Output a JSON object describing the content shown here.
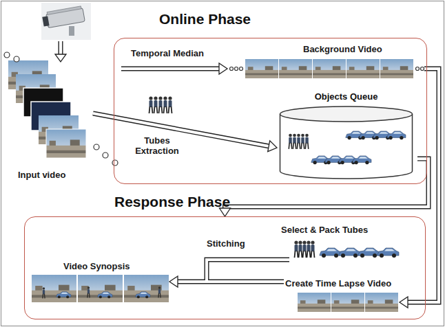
{
  "diagram": {
    "nodes": [
      {
        "text": [
          "Online Phase"
        ]
      },
      {
        "text": [
          "Objects Queue"
        ],
        "in": 0
      },
      {
        "text": [
          "Response Phase"
        ]
      }
    ],
    "edges": [
      {
        "from": 1,
        "to": 2,
        "arrow": "to"
      }
    ],
    "labels": [
      "Input video",
      "Temporal Median",
      "Background Video",
      "Tubes Extraction",
      "Select & Pack Tubes",
      "Stitching",
      "Create Time Lapse Video",
      "Video Synopsis"
    ]
  }
}
